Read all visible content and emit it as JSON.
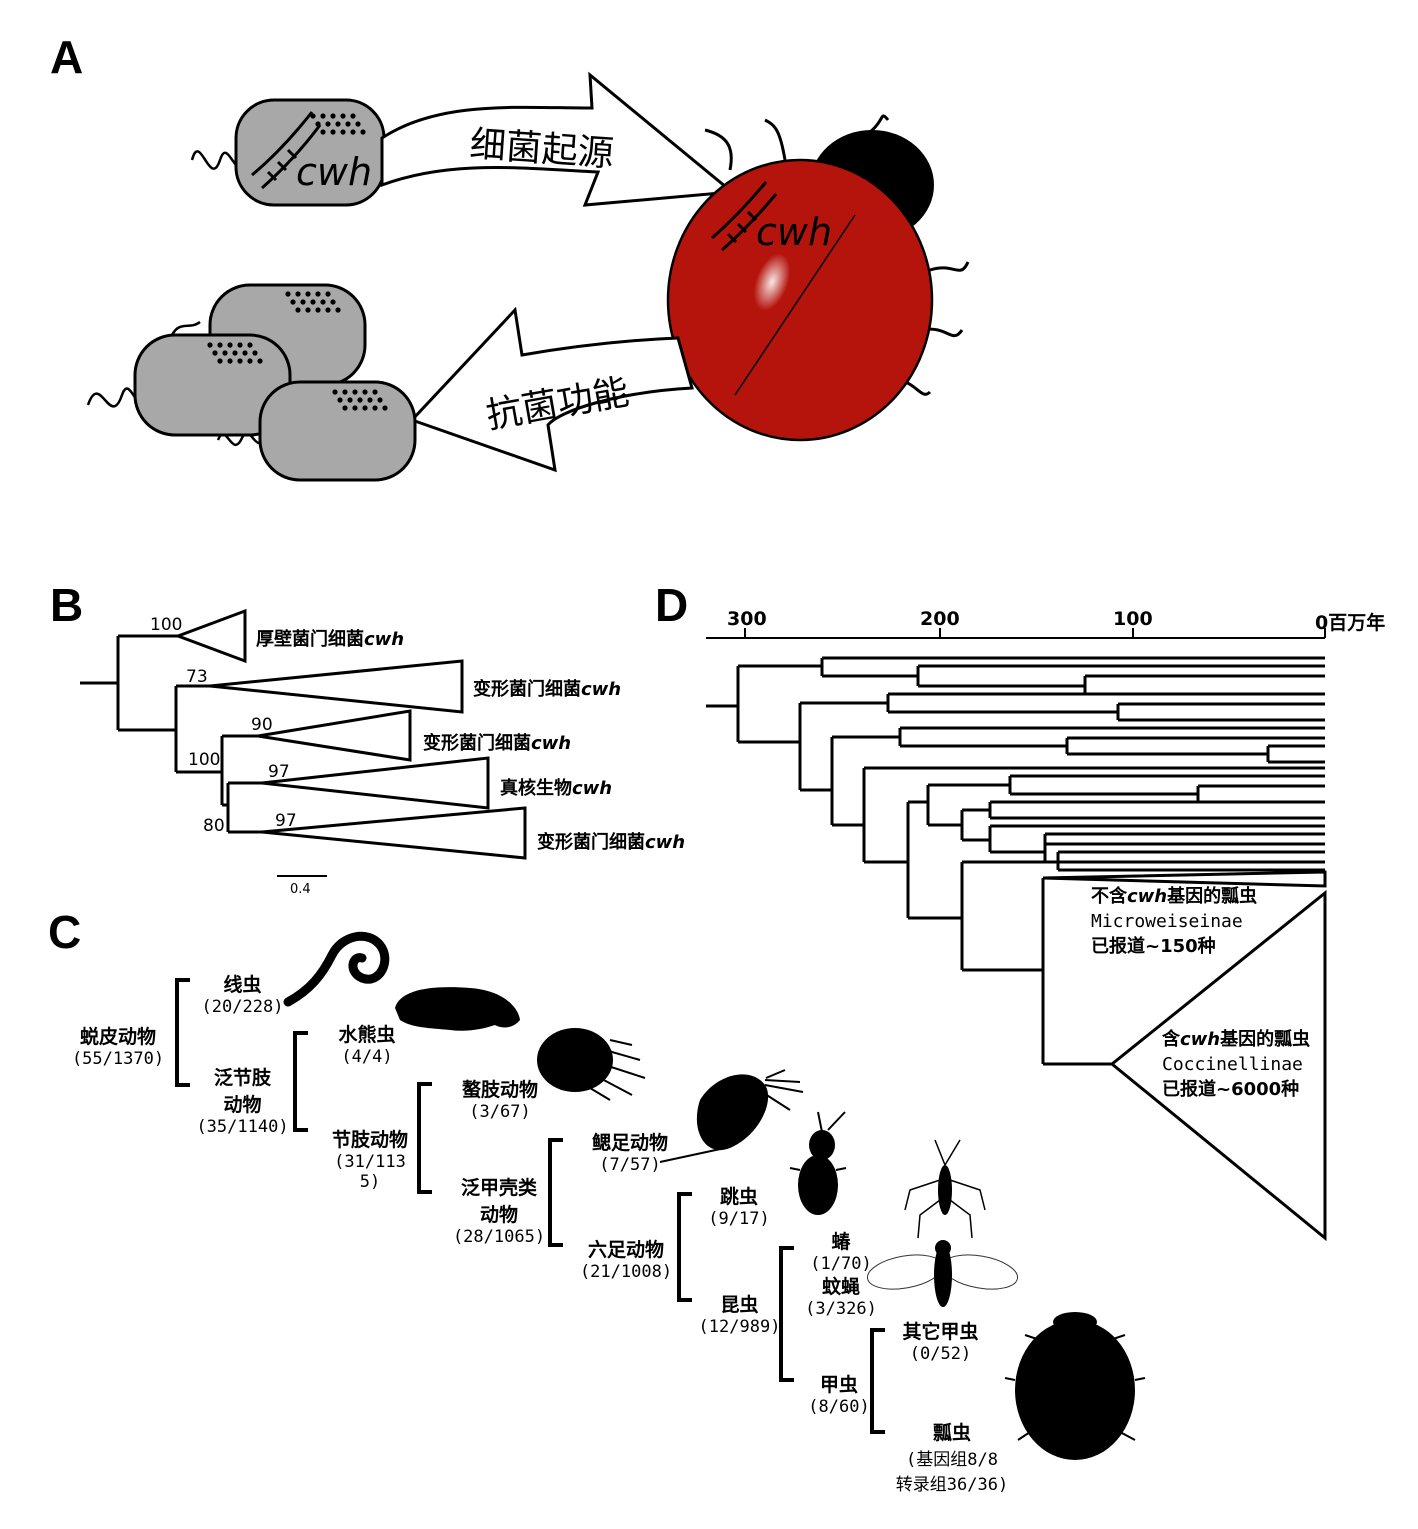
{
  "panels": {
    "A": "A",
    "B": "B",
    "C": "C",
    "D": "D"
  },
  "panel_a": {
    "gene_label_bacterium": "cwh",
    "gene_label_beetle": "cwh",
    "arrow_top_label": "细菌起源",
    "arrow_bottom_label": "抗菌功能"
  },
  "panel_b": {
    "clades": [
      {
        "label": "厚壁菌门细菌",
        "gene": "cwh"
      },
      {
        "label": "变形菌门细菌",
        "gene": "cwh"
      },
      {
        "label": "变形菌门细菌",
        "gene": "cwh"
      },
      {
        "label": "真核生物",
        "gene": "cwh"
      },
      {
        "label": "变形菌门细菌",
        "gene": "cwh"
      }
    ],
    "bootstrap": [
      "100",
      "73",
      "90",
      "100",
      "97",
      "80",
      "97"
    ],
    "scale_bar": "0.4"
  },
  "panel_c": {
    "taxa": [
      {
        "name": "线虫",
        "count": "(20/228)"
      },
      {
        "name": "蜕皮动物",
        "count": "(55/1370)"
      },
      {
        "name": "泛节肢",
        "name2": "动物",
        "count": "(35/1140)"
      },
      {
        "name": "水熊虫",
        "count": "(4/4)"
      },
      {
        "name": "节肢动物",
        "count": "(31/113",
        "count2": "5)"
      },
      {
        "name": "螯肢动物",
        "count": "(3/67)"
      },
      {
        "name": "泛甲壳类",
        "name2": "动物",
        "count": "(28/1065)"
      },
      {
        "name": "鳃足动物",
        "count": "(7/57)"
      },
      {
        "name": "六足动物",
        "count": "(21/1008)"
      },
      {
        "name": "跳虫",
        "count": "(9/17)"
      },
      {
        "name": "昆虫",
        "count": "(12/989)"
      },
      {
        "name": "蝽",
        "count": "(1/70)"
      },
      {
        "name": "蚊蝇",
        "count": "(3/326)"
      },
      {
        "name": "其它甲虫",
        "count": "(0/52)"
      },
      {
        "name": "甲虫",
        "count": "(8/60)"
      },
      {
        "name": "瓢虫",
        "count": "(基因组8/8",
        "count2": "转录组36/36)"
      }
    ]
  },
  "panel_d": {
    "axis_ticks": [
      "300",
      "200",
      "100",
      "0"
    ],
    "axis_unit": "百万年",
    "group_without": {
      "line1_pre": "不含",
      "gene": "cwh",
      "line1_post": "基因的瓢虫",
      "subfamily": "Microweiseinae",
      "species": "已报道~150种"
    },
    "group_with": {
      "line1_pre": "含",
      "gene": "cwh",
      "line1_post": "基因的瓢虫",
      "subfamily": "Coccinellinae",
      "species": "已报道~6000种"
    }
  },
  "colors": {
    "beetle_red": "#b5140c",
    "bacterium_gray": "#a8a8a8",
    "black": "#000000"
  }
}
